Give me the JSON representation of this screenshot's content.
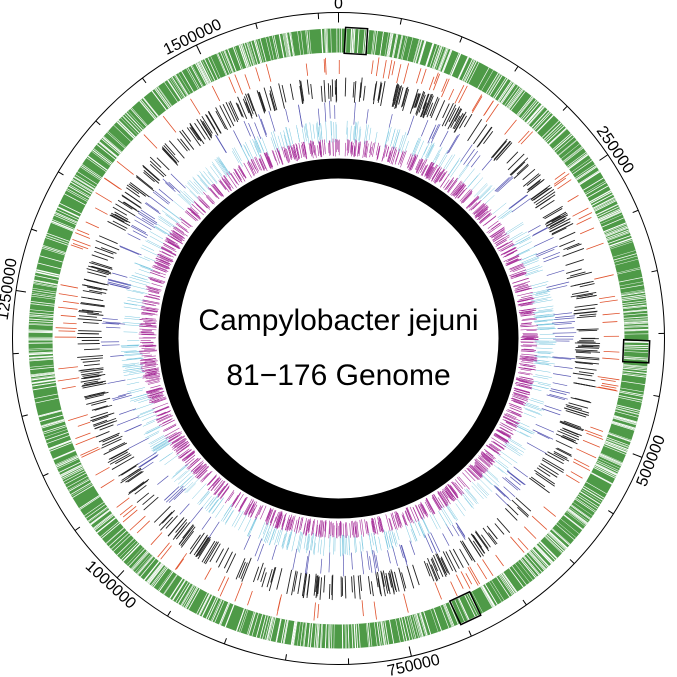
{
  "title_lines": [
    "Campylobacter jejuni",
    "81−176 Genome"
  ],
  "tick_labels": [
    {
      "value": 0,
      "text": "0"
    },
    {
      "value": 250000,
      "text": "250000"
    },
    {
      "value": 500000,
      "text": "500000"
    },
    {
      "value": 750000,
      "text": "750000"
    },
    {
      "value": 1000000,
      "text": "1000000"
    },
    {
      "value": 1250000,
      "text": "1250000"
    },
    {
      "value": 1500000,
      "text": "1500000"
    }
  ],
  "genome_length": 1616000,
  "minor_tick_step": 50000,
  "colors": {
    "outer_ring": "#4e9a47",
    "red_track": "#e0522d",
    "black_track": "#222222",
    "blue_track": "#5a5ab4",
    "cyan_track": "#7cc8e0",
    "magenta_track": "#a8329b",
    "inner_ring": "#000000",
    "axis": "#000000"
  },
  "highlighted_regions_bp": [
    15000,
    415000,
    695000
  ]
}
